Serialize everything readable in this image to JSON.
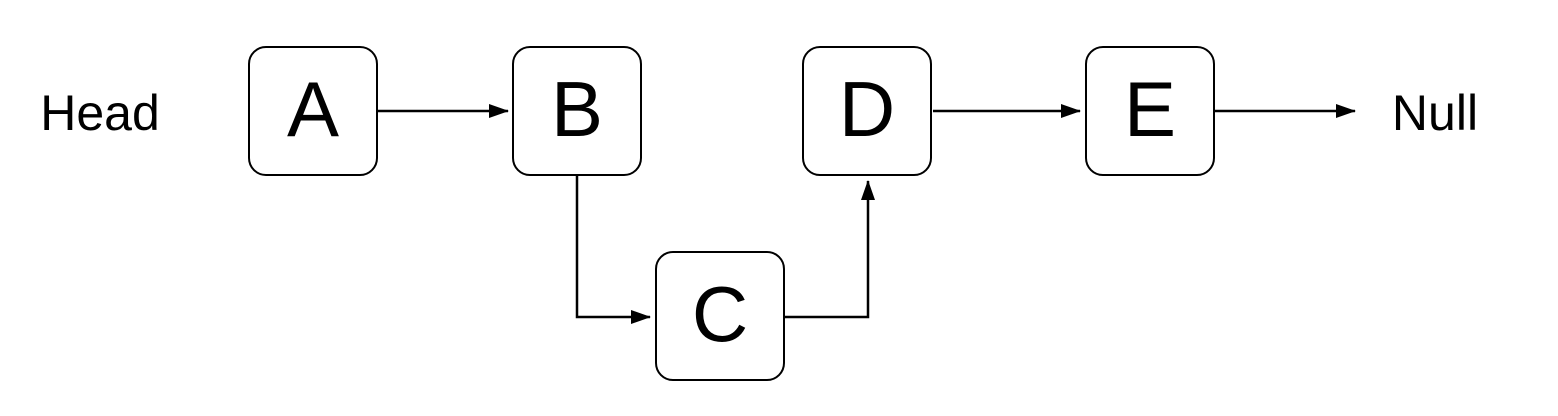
{
  "diagram": {
    "type": "linked-list",
    "head_label": "Head",
    "null_label": "Null",
    "nodes": [
      {
        "id": "A",
        "label": "A"
      },
      {
        "id": "B",
        "label": "B"
      },
      {
        "id": "C",
        "label": "C"
      },
      {
        "id": "D",
        "label": "D"
      },
      {
        "id": "E",
        "label": "E"
      }
    ],
    "edges": [
      {
        "from": "A",
        "to": "B",
        "style": "straight-right"
      },
      {
        "from": "B",
        "to": "C",
        "style": "elbow-down-right"
      },
      {
        "from": "C",
        "to": "D",
        "style": "elbow-right-up"
      },
      {
        "from": "D",
        "to": "E",
        "style": "straight-right"
      },
      {
        "from": "E",
        "to": "Null",
        "style": "straight-right"
      }
    ],
    "colors": {
      "stroke": "#000000",
      "text": "#000000",
      "background": "#ffffff"
    }
  }
}
